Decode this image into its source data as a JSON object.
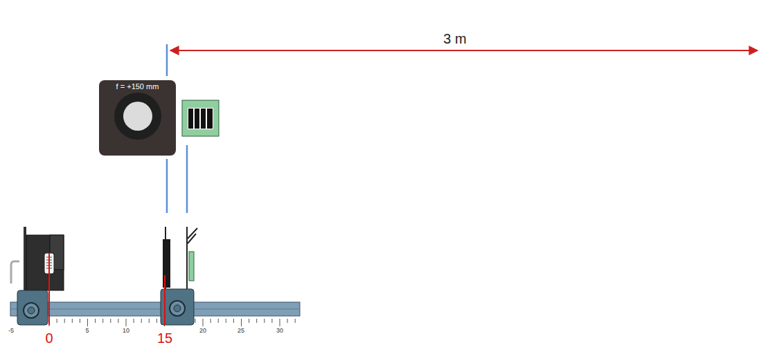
{
  "diagram": {
    "nodes": [
      {
        "text": [
          "f = +150 mm"
        ]
      }
    ],
    "labels": [
      "3 m",
      "0",
      "15",
      "-5",
      "5",
      "10",
      "20",
      "25",
      "30"
    ]
  }
}
